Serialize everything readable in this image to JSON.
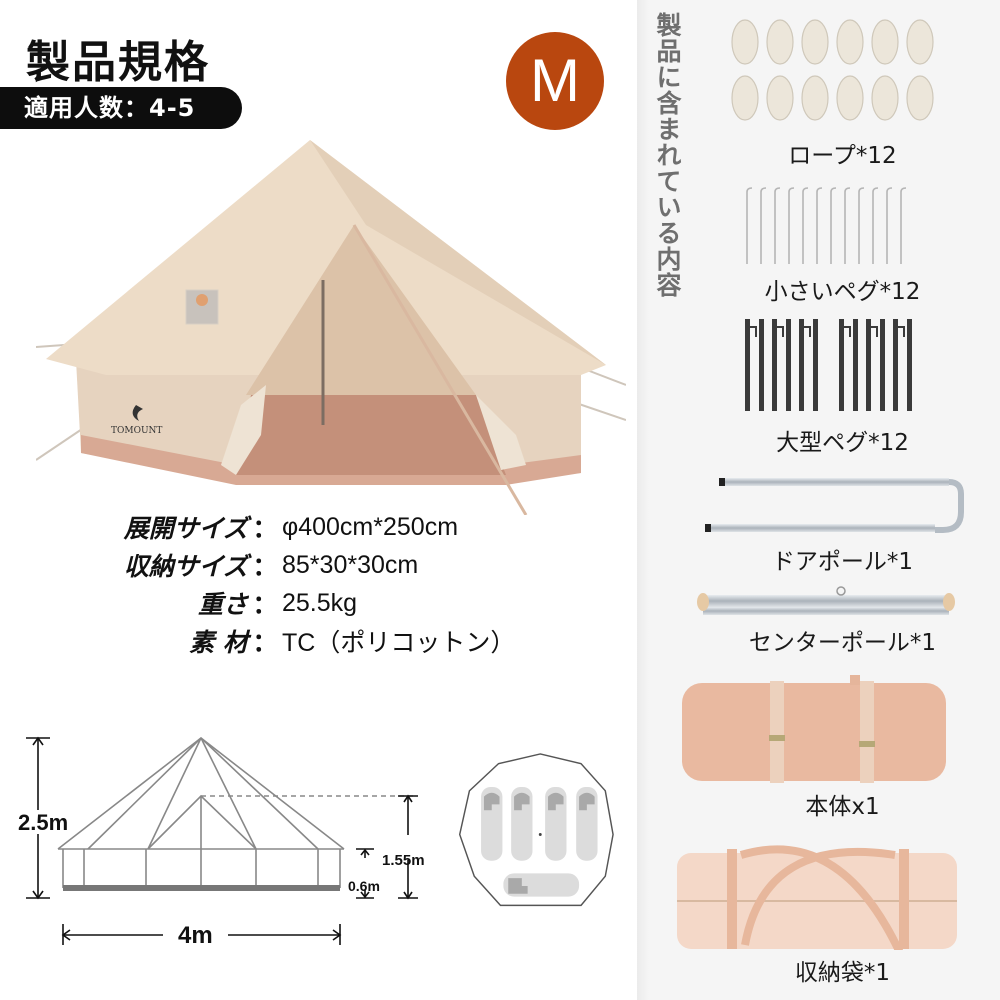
{
  "header": {
    "title": "製品規格",
    "capacity_label": "適用人数：4-5",
    "size_badge": "M",
    "badge_color": "#b9470f"
  },
  "photo": {
    "brand_logo_text": "TOMOUNT"
  },
  "specs": [
    {
      "label": "展開サイズ",
      "colon": "：",
      "value": "φ400cm*250cm"
    },
    {
      "label": "収納サイズ",
      "colon": "：",
      "value": "85*30*30cm"
    },
    {
      "label": "重さ",
      "colon": "：",
      "value": "25.5kg"
    },
    {
      "label": "素 材",
      "colon": "：",
      "value": "TC（ポリコットン）"
    }
  ],
  "diagram": {
    "height_total": "2.5m",
    "door_height": "1.55m",
    "wall_height": "0.6m",
    "width": "4m"
  },
  "contents": {
    "title": "製品に含まれている内容",
    "items": [
      {
        "name": "rope",
        "label": "ロープ*12"
      },
      {
        "name": "small-peg",
        "label": "小さいペグ*12"
      },
      {
        "name": "large-peg",
        "label": "大型ペグ*12"
      },
      {
        "name": "door-pole",
        "label": "ドアポール*1"
      },
      {
        "name": "center-pole",
        "label": "センターポール*1"
      },
      {
        "name": "tent-body",
        "label": "本体x1"
      },
      {
        "name": "storage-bag",
        "label": "収納袋*1"
      }
    ]
  },
  "colors": {
    "right_panel_bg": "#f5f5f5",
    "canvas": "#ead9c4",
    "floor": "#c89a85",
    "pack": "#e9b9a0"
  }
}
